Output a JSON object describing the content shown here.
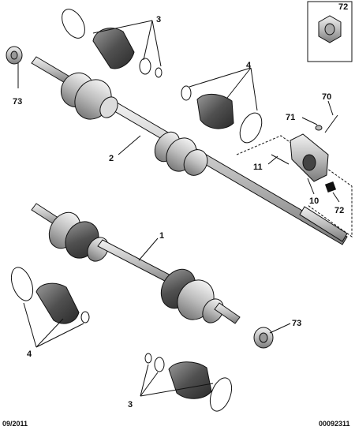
{
  "callouts": {
    "c3_top": "3",
    "c72_top": "72",
    "c73_top": "73",
    "c4_top": "4",
    "c70": "70",
    "c71": "71",
    "c2": "2",
    "c11": "11",
    "c10": "10",
    "c72_mid": "72",
    "c1": "1",
    "c73_bottom": "73",
    "c4_bottom": "4",
    "c3_bottom": "3"
  },
  "footer": {
    "date": "09/2011",
    "reference": "00092311"
  },
  "colors": {
    "metal": "#c8c8c8",
    "dark": "#3a3a3a",
    "boot": "#5a5a5a",
    "line": "#111111"
  }
}
